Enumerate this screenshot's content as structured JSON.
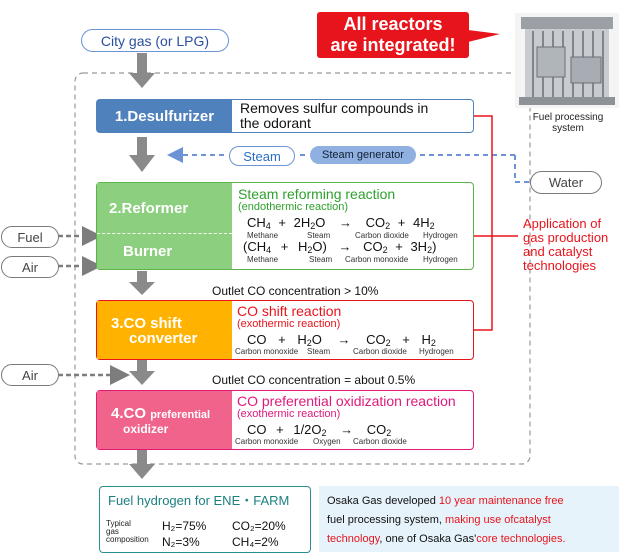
{
  "input": {
    "city_gas": "City gas (or LPG)"
  },
  "callout": {
    "line1": "All reactors",
    "line2": "are integrated!"
  },
  "photo": {
    "caption_line1": "Fuel processing",
    "caption_line2": "system"
  },
  "desulfurizer": {
    "label": "1.Desulfurizer",
    "desc_line1": "Removes sulfur compounds in",
    "desc_line2": "the odorant"
  },
  "steam": {
    "label": "Steam",
    "generator": "Steam generator",
    "water": "Water"
  },
  "reformer": {
    "label": "2.Reformer",
    "burner_label": "Burner",
    "title": "Steam reforming reaction",
    "subtitle": "(endothermic reaction)",
    "eq1": {
      "a": "CH",
      "a_sub": "4",
      "plus1": "+",
      "b": "2H",
      "b_sub": "2",
      "b_tail": "O",
      "arrow": "→",
      "c": "CO",
      "c_sub": "2",
      "plus2": "+",
      "d": "4H",
      "d_sub": "2",
      "l_a": "Methane",
      "l_b": "Steam",
      "l_c": "Carbon dioxide",
      "l_d": "Hydrogen"
    },
    "eq2": {
      "a": "(CH",
      "a_sub": "4",
      "plus1": "+",
      "b": "H",
      "b_sub": "2",
      "b_tail": "O)",
      "arrow": "→",
      "c": "CO",
      "c_sub": "2",
      "plus2": "+",
      "d": "3H",
      "d_sub": "2",
      "d_tail": ")",
      "l_a": "Methane",
      "l_b": "Steam",
      "l_c": "Carbon monoxide",
      "l_d": "Hydrogen"
    }
  },
  "inputs_left": {
    "fuel": "Fuel",
    "air1": "Air",
    "air2": "Air"
  },
  "application": {
    "line1": "Application of",
    "line2": "gas production",
    "line3": "and catalyst",
    "line4": "technologies"
  },
  "outlet1": "Outlet CO concentration > 10%",
  "shift": {
    "label_line1": "3.CO shift",
    "label_line2": "converter",
    "title": "CO shift reaction",
    "subtitle": "(exothermic reaction)",
    "eq": {
      "a": "CO",
      "plus1": "+",
      "b": "H",
      "b_sub": "2",
      "b_tail": "O",
      "arrow": "→",
      "c": "CO",
      "c_sub": "2",
      "plus2": "+",
      "d": "H",
      "d_sub": "2",
      "l_a": "Carbon monoxide",
      "l_b": "Steam",
      "l_c": "Carbon dioxide",
      "l_d": "Hydrogen"
    }
  },
  "outlet2": "Outlet CO concentration = about 0.5%",
  "prox": {
    "label_main": "4.CO",
    "label_small": "preferential",
    "label_line2": "oxidizer",
    "title": "CO preferential oxidization reaction",
    "subtitle": "(exothermic reaction)",
    "eq": {
      "a": "CO",
      "plus1": "+",
      "b": "1/2O",
      "b_sub": "2",
      "arrow": "→",
      "c": "CO",
      "c_sub": "2",
      "l_a": "Carbon monoxide",
      "l_b": "Oxygen",
      "l_c": "Carbon dioxide"
    }
  },
  "output": {
    "title": "Fuel hydrogen for ENE・FARM",
    "comp_label_line1": "Typical",
    "comp_label_line2": "gas",
    "comp_label_line3": "composition",
    "h2": "H₂=75%",
    "co2": "CO₂=20%",
    "n2": "N₂=3%",
    "ch4": "CH₄=2%"
  },
  "note": {
    "p1": "Osaka Gas developed ",
    "p2": "10 year maintenance free",
    "p3": "fuel processing system, ",
    "p4": "making use ofcatalyst",
    "p5": "technology",
    "p6": ", one of Osaka Gas'",
    "p7": "core technologies."
  },
  "colors": {
    "desulfurizer": "#4f81bd",
    "reformer": "#8ccf7e",
    "shift": "#ffb300",
    "prox": "#f0648c",
    "red": "#e8141c",
    "steam_blue": "#6c93d6"
  }
}
